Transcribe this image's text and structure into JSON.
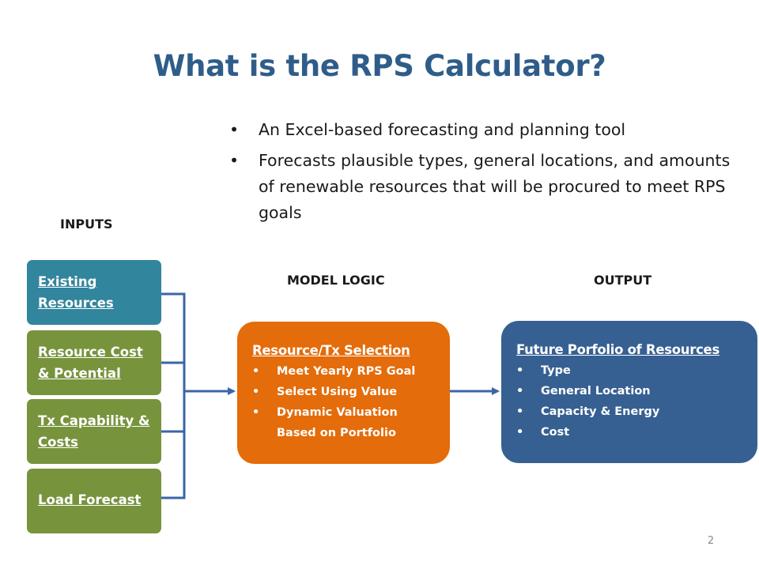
{
  "slide": {
    "title": "What is the RPS Calculator?",
    "bullets": [
      "An Excel-based forecasting and planning tool",
      "Forecasts plausible types, general locations, and amounts of renewable resources that will be procured to meet RPS goals"
    ],
    "page_number": "2"
  },
  "diagram": {
    "inputs_label": "INPUTS",
    "model_logic_label": "MODEL LOGIC",
    "output_label": "OUTPUT",
    "inputs": [
      {
        "label": "Existing Resources",
        "color": "#31859c"
      },
      {
        "label": "Resource Cost & Potential",
        "color": "#77933c"
      },
      {
        "label": "Tx Capability & Costs",
        "color": "#77933c"
      },
      {
        "label": "Load Forecast",
        "color": "#77933c"
      }
    ],
    "model_logic": {
      "heading": "Resource/Tx Selection",
      "items": [
        "Meet Yearly RPS Goal",
        "Select Using Value",
        "Dynamic Valuation Based on Portfolio"
      ],
      "color": "#e46c0a"
    },
    "output": {
      "heading": "Future Porfolio of Resources",
      "items": [
        "Type",
        "General Location",
        "Capacity & Energy",
        "Cost"
      ],
      "color": "#376092"
    },
    "connector_color": "#3a66a8"
  }
}
